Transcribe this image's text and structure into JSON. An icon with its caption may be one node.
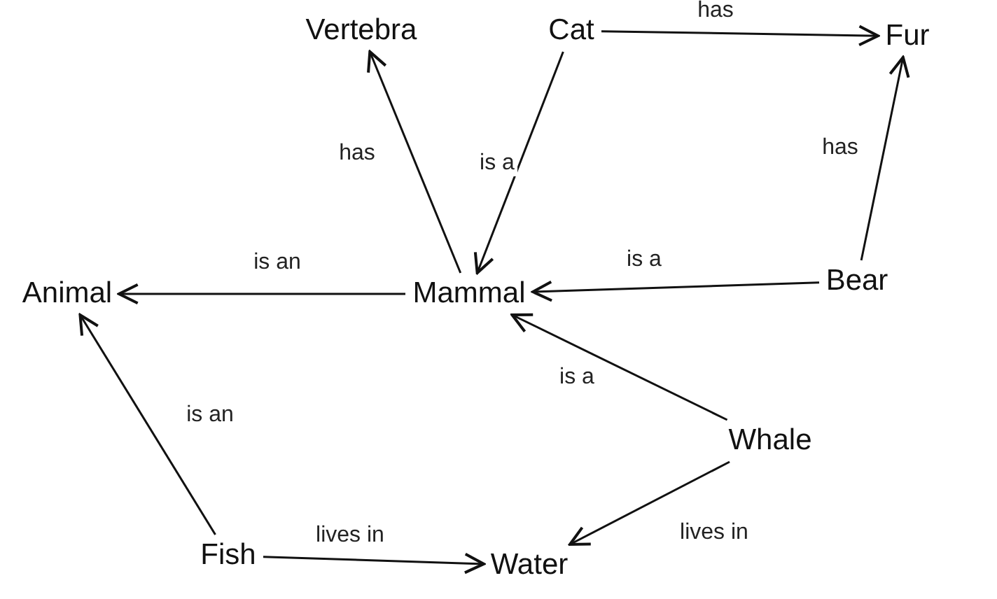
{
  "diagram": {
    "nodes": [
      {
        "text": [
          "Vertebra"
        ]
      },
      {
        "text": [
          "Cat"
        ]
      },
      {
        "text": [
          "Fur"
        ]
      },
      {
        "text": [
          "Animal"
        ]
      },
      {
        "text": [
          "Mammal"
        ]
      },
      {
        "text": [
          "Bear"
        ]
      },
      {
        "text": [
          "Whale"
        ]
      },
      {
        "text": [
          "Fish"
        ]
      },
      {
        "text": [
          "Water"
        ]
      }
    ],
    "edges": [
      {
        "from": 4,
        "to": 0,
        "arrow": "to",
        "label": "has"
      },
      {
        "from": 1,
        "to": 4,
        "arrow": "to",
        "label": "is a"
      },
      {
        "from": 1,
        "to": 2,
        "arrow": "to",
        "label": "has"
      },
      {
        "from": 5,
        "to": 2,
        "arrow": "to",
        "label": "has"
      },
      {
        "from": 4,
        "to": 3,
        "arrow": "to",
        "label": "is an"
      },
      {
        "from": 5,
        "to": 4,
        "arrow": "to",
        "label": "is a"
      },
      {
        "from": 6,
        "to": 4,
        "arrow": "to",
        "label": "is a"
      },
      {
        "from": 7,
        "to": 3,
        "arrow": "to",
        "label": "is an"
      },
      {
        "from": 7,
        "to": 8,
        "arrow": "to",
        "label": "lives in"
      },
      {
        "from": 6,
        "to": 8,
        "arrow": "to",
        "label": "lives in"
      }
    ]
  }
}
